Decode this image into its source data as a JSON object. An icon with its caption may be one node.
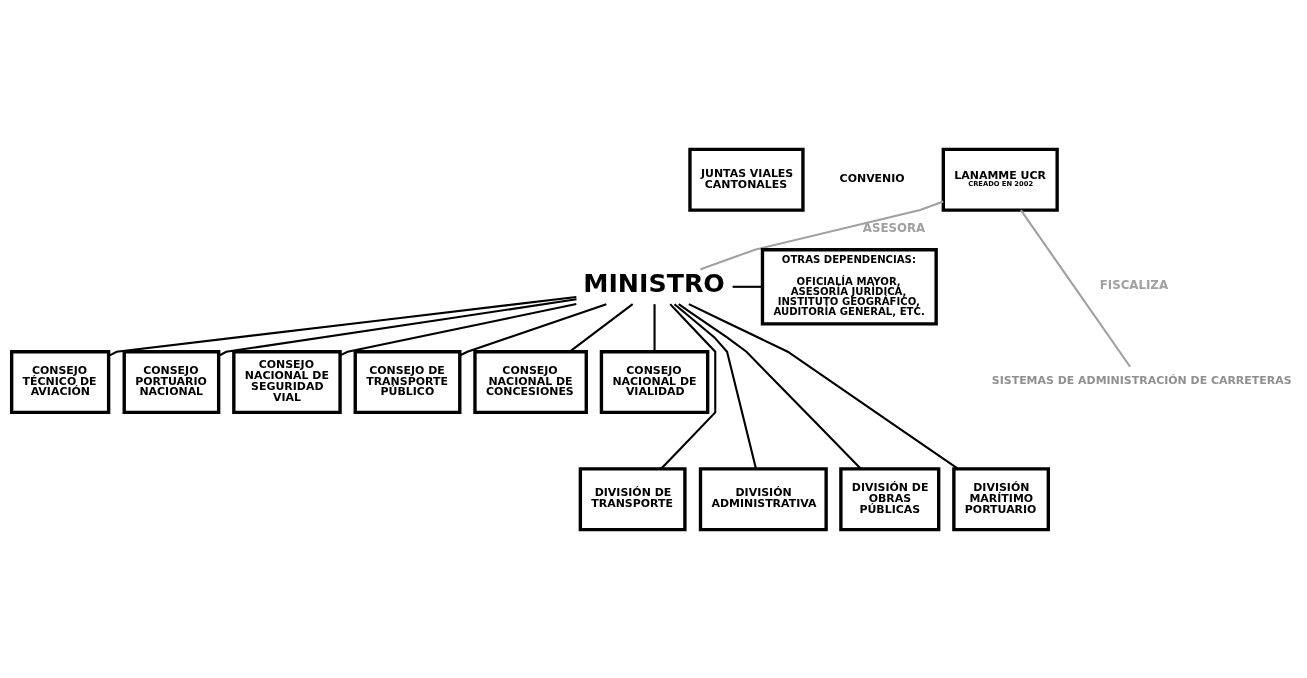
{
  "diagram": {
    "nodes": [
      {
        "text": [
          "JUNTAS VIALES CANTONALES"
        ]
      },
      {
        "text": [
          "LANAMME UCR",
          "CREADO EN 2002"
        ]
      },
      {
        "text": [
          "OTRAS DEPENDENCIAS:",
          "OFICIALÍA MAYOR, ASESORÍA JURÍDICA, INSTITUTO GEOGRÁFICO, AUDITORÍA GENERAL, ETC."
        ]
      },
      {
        "text": [
          "MINISTRO"
        ]
      },
      {
        "text": [
          "SISTEMAS DE ADMINISTRACIÓN DE CARRETERAS"
        ]
      },
      {
        "text": [
          "CONSEJO TÉCNICO DE AVIACIÓN"
        ]
      },
      {
        "text": [
          "CONSEJO PORTUARIO NACIONAL"
        ]
      },
      {
        "text": [
          "CONSEJO NACIONAL DE SEGURIDAD VIAL"
        ]
      },
      {
        "text": [
          "CONSEJO DE TRANSPORTE PÚBLICO"
        ]
      },
      {
        "text": [
          "CONSEJO NACIONAL DE CONCESIONES"
        ]
      },
      {
        "text": [
          "CONSEJO NACIONAL DE VIALIDAD"
        ]
      },
      {
        "text": [
          "DIVISIÓN DE TRANSPORTE"
        ]
      },
      {
        "text": [
          "DIVISIÓN ADMINISTRATIVA"
        ]
      },
      {
        "text": [
          "DIVISIÓN DE OBRAS PÚBLICAS"
        ]
      },
      {
        "text": [
          "DIVISIÓN MARÍTIMO PORTUARIO"
        ]
      }
    ],
    "edges": [
      {
        "from": 1,
        "to": 4,
        "arrow": "none",
        "label": "FISCALIZA",
        "color": "#a0a0a0"
      },
      {
        "from": 1,
        "to": 3,
        "arrow": "none",
        "label": "ASESORA",
        "color": "#a0a0a0"
      },
      {
        "from": 3,
        "to": 2,
        "arrow": "none"
      },
      {
        "from": 3,
        "to": 5,
        "arrow": "none"
      },
      {
        "from": 3,
        "to": 6,
        "arrow": "none"
      },
      {
        "from": 3,
        "to": 7,
        "arrow": "none"
      },
      {
        "from": 3,
        "to": 8,
        "arrow": "none"
      },
      {
        "from": 3,
        "to": 9,
        "arrow": "none"
      },
      {
        "from": 3,
        "to": 10,
        "arrow": "none"
      },
      {
        "from": 3,
        "to": 11,
        "arrow": "none"
      },
      {
        "from": 3,
        "to": 12,
        "arrow": "none"
      },
      {
        "from": 3,
        "to": 13,
        "arrow": "none"
      },
      {
        "from": 3,
        "to": 14,
        "arrow": "none"
      }
    ],
    "labels": [
      "CONVENIO"
    ]
  }
}
